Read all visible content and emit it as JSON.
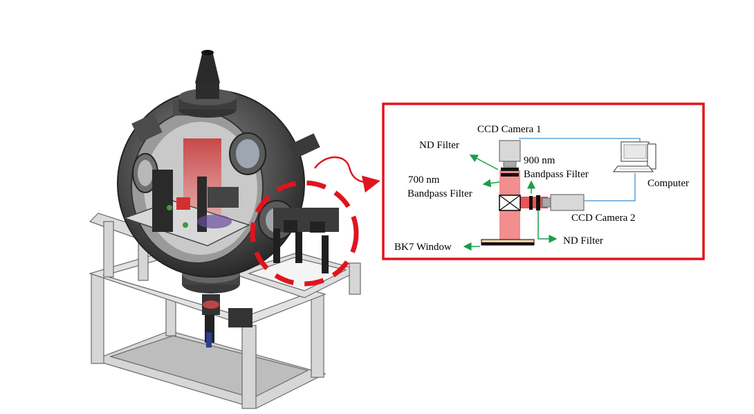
{
  "labels": {
    "ccd_camera_1": "CCD Camera 1",
    "nd_filter_top": "ND Filter",
    "nm900_a": "900 nm",
    "nm900_b": "Bandpass Filter",
    "nm700_a": "700 nm",
    "nm700_b": "Bandpass Filter",
    "computer": "Computer",
    "ccd_camera_2": "CCD Camera 2",
    "nd_filter_bottom": "ND Filter",
    "bk7_window": "BK7 Window"
  },
  "colors": {
    "callout_border": "#e0141e",
    "beam": "#f07a7a",
    "beam_dark": "#e84040",
    "green_arrow": "#1a9e4a",
    "cable": "#3a8fd0",
    "frame": "#c8c8c8",
    "chamber": "#555555"
  }
}
